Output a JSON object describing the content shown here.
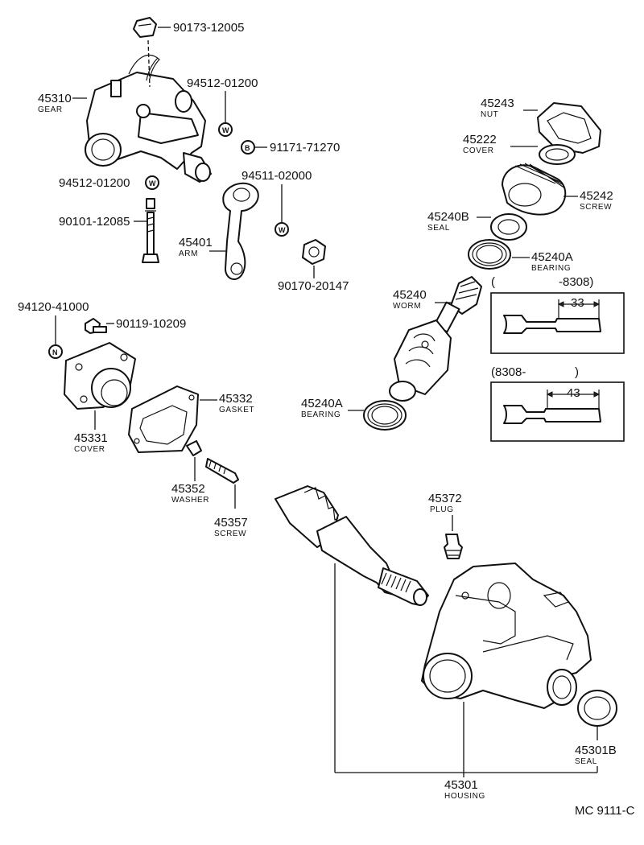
{
  "parts": {
    "p90173": {
      "number": "90173-12005"
    },
    "p45310": {
      "number": "45310",
      "name": "GEAR"
    },
    "p94512a": {
      "number": "94512-01200",
      "symbol": "W"
    },
    "p91171": {
      "number": "91171-71270",
      "symbol": "B"
    },
    "p94512b": {
      "number": "94512-01200",
      "symbol": "W"
    },
    "p94511": {
      "number": "94511-02000",
      "symbol": "W"
    },
    "p90101": {
      "number": "90101-12085"
    },
    "p45401": {
      "number": "45401",
      "name": "ARM"
    },
    "p90170": {
      "number": "90170-20147"
    },
    "p94120": {
      "number": "94120-41000",
      "symbol": "N"
    },
    "p90119": {
      "number": "90119-10209"
    },
    "p45331": {
      "number": "45331",
      "name": "COVER"
    },
    "p45332": {
      "number": "45332",
      "name": "GASKET"
    },
    "p45352": {
      "number": "45352",
      "name": "WASHER"
    },
    "p45357": {
      "number": "45357",
      "name": "SCREW"
    },
    "p45243": {
      "number": "45243",
      "name": "NUT"
    },
    "p45222": {
      "number": "45222",
      "name": "COVER"
    },
    "p45242": {
      "number": "45242",
      "name": "SCREW"
    },
    "p45240B": {
      "number": "45240B",
      "name": "SEAL"
    },
    "p45240A1": {
      "number": "45240A",
      "name": "BEARING"
    },
    "p45240": {
      "number": "45240",
      "name": "WORM"
    },
    "p45240A2": {
      "number": "45240A",
      "name": "BEARING"
    },
    "p45372": {
      "number": "45372",
      "name": "PLUG"
    },
    "p45301B": {
      "number": "45301B",
      "name": "SEAL"
    },
    "p45301": {
      "number": "45301",
      "name": "HOUSING"
    }
  },
  "detail_boxes": [
    {
      "range_left": "(",
      "range_right": "-8308)",
      "dimension": "33"
    },
    {
      "range_left": "(8308-",
      "range_right": ")",
      "dimension": "43"
    }
  ],
  "diagram_code": "MC 9111-C"
}
